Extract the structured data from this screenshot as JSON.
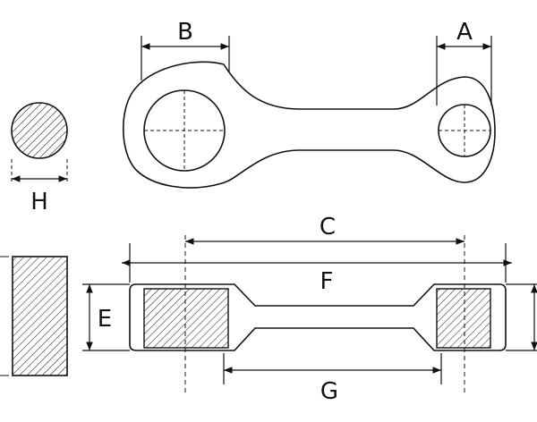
{
  "diagram": {
    "labels": {
      "a": "A",
      "b": "B",
      "c": "C",
      "e": "E",
      "f": "F",
      "g": "G",
      "h": "H"
    },
    "colors": {
      "stroke": "#111111",
      "hatch": "#111111",
      "background": "#ffffff"
    }
  }
}
